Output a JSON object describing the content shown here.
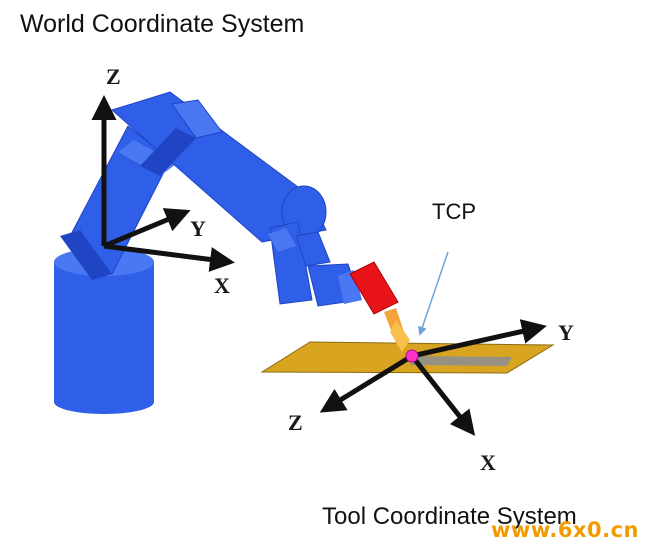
{
  "titles": {
    "world": "World Coordinate System",
    "tool": "Tool Coordinate System"
  },
  "tcp_label": "TCP",
  "world_axes": {
    "z": "Z",
    "y": "Y",
    "x": "X"
  },
  "tool_axes": {
    "y": "Y",
    "z": "Z",
    "x": "X"
  },
  "watermark": "www.6x0.cn",
  "colors": {
    "robot": "#2f5fe8",
    "robot_dark": "#1f45c4",
    "robot_light": "#4a78f2",
    "torch": "#e8141a",
    "workpiece": "#d9a521",
    "tcp_point": "#ff33cc",
    "tcp_arrow": "#6ea3d8",
    "axis": "#111111",
    "watermark": "#f29b00"
  }
}
